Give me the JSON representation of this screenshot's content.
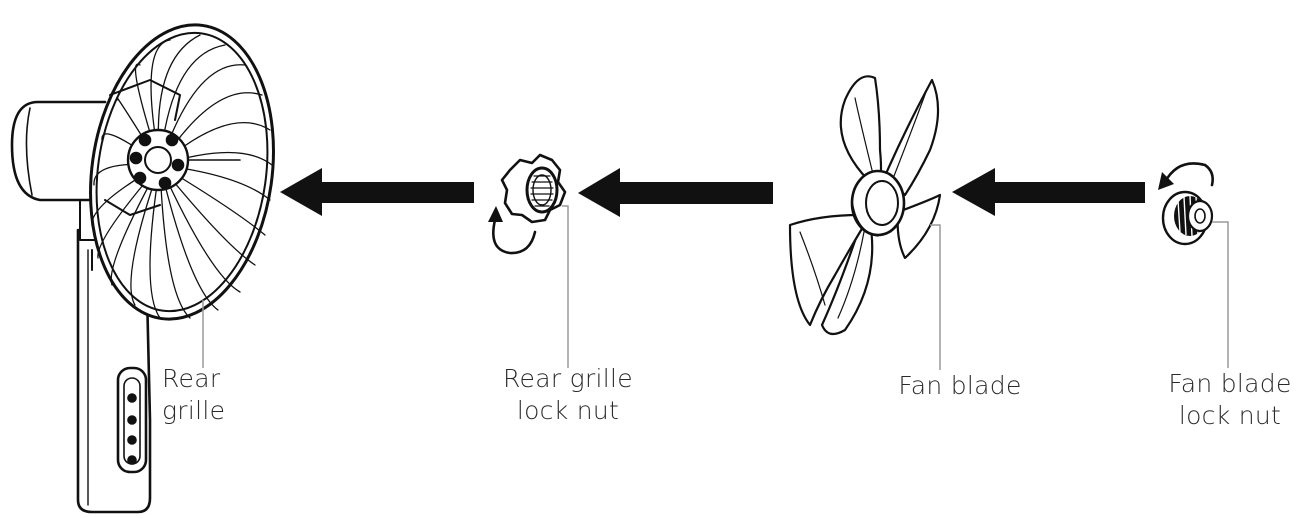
{
  "labels": {
    "rear_grille": [
      "Rear",
      "grille"
    ],
    "rear_grille_lock_nut": [
      "Rear grille",
      "lock nut"
    ],
    "fan_blade": [
      "Fan blade"
    ],
    "fan_blade_lock_nut": [
      "Fan blade",
      "lock nut"
    ]
  },
  "colors": {
    "ink": "#111111",
    "leader_line": "#9a9a9a",
    "label_text": "#2a2a2a"
  },
  "icons": [
    "fan-body-illustration",
    "rear-grille-lock-nut-icon",
    "fan-blade-illustration",
    "fan-blade-lock-nut-icon",
    "arrow-left-icon",
    "rotate-arrow-icon"
  ]
}
